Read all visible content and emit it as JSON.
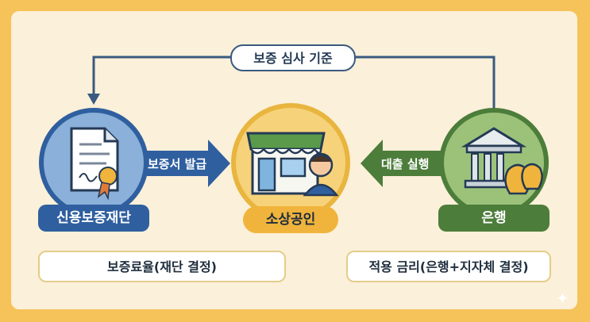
{
  "colors": {
    "blue": "#2f5f9f",
    "green": "#4c7d3a",
    "gold": "#f0b43c",
    "navy": "#243a55"
  },
  "criteria": {
    "label": "보증 심사 기준"
  },
  "nodes": {
    "foundation": {
      "label": "신용보증재단",
      "icon": "certificate-icon"
    },
    "merchant": {
      "label": "소상공인",
      "icon": "shop-owner-icon"
    },
    "bank": {
      "label": "은행",
      "icon": "bank-icon"
    }
  },
  "arrows": {
    "guarantee": {
      "label": "보증서 발급"
    },
    "loan": {
      "label": "대출 실행"
    }
  },
  "notes": {
    "fee": {
      "label": "보증료율(재단 결정)"
    },
    "rate": {
      "label": "적용 금리(은행+지자체 결정)"
    }
  }
}
